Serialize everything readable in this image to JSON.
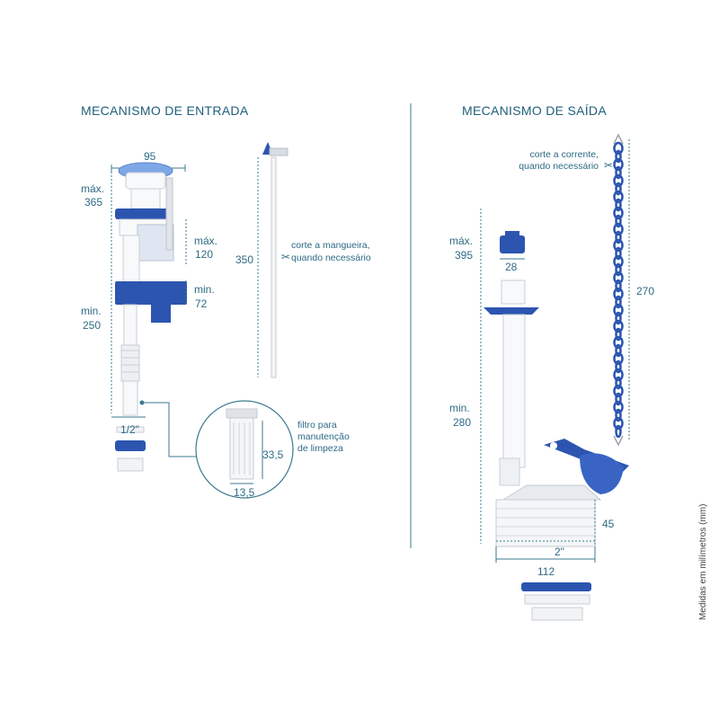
{
  "left": {
    "title": "MECANISMO DE ENTRADA",
    "dim_width": "95",
    "dim_max_label": "máx.",
    "dim_max_value": "365",
    "dim_min_label": "min.",
    "dim_min_value": "250",
    "dim_float_max_label": "máx.",
    "dim_float_max_value": "120",
    "dim_float_min_label": "min.",
    "dim_float_min_value": "72",
    "dim_thread": "1/2\"",
    "hose_length": "350",
    "hose_note_line1": "corte a mangueira,",
    "hose_note_line2": "quando necessário",
    "filter_height": "33,5",
    "filter_width": "13,5",
    "filter_note_line1": "filtro para",
    "filter_note_line2": "manutenção",
    "filter_note_line3": "de limpeza"
  },
  "right": {
    "title": "MECANISMO DE SAÍDA",
    "chain_note_line1": "corte a corrente,",
    "chain_note_line2": "quando necessário",
    "chain_length": "270",
    "dim_max_label": "máx.",
    "dim_max_value": "395",
    "cap_width": "28",
    "dim_min_label": "min.",
    "dim_min_value": "280",
    "base_height": "45",
    "thread": "2\"",
    "base_width": "112"
  },
  "side_note": "Medidas em milímetros (mm)",
  "colors": {
    "accent_blue": "#2c55b0",
    "text_teal": "#1f5f7a"
  }
}
